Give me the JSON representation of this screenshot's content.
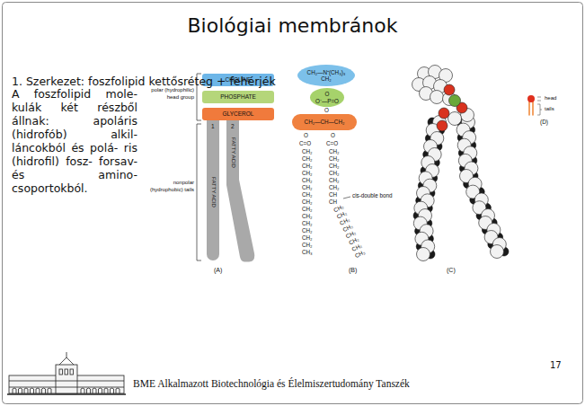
{
  "diagram": {
    "title": "Biológiai membránok",
    "nodes": [
      {
        "text": [
          "CHOLINE"
        ]
      },
      {
        "text": [
          "PHOSPHATE"
        ]
      },
      {
        "text": [
          "GLYCEROL"
        ]
      },
      {
        "text": [
          "FATTY ACID"
        ]
      },
      {
        "text": [
          "FATTY ACID"
        ]
      },
      {
        "text": [
          "CH₂—N⁺(CH₃)₃",
          "CH₂"
        ]
      },
      {
        "text": [
          "O",
          "O⁻—P=O"
        ]
      },
      {
        "text": [
          "CH₂—CH—CH₂"
        ]
      }
    ],
    "labels": [
      "1. Szerkezet: foszfolipid kettősréteg + fehérjék",
      "A foszfolipid mole- kulák két részből állnak: apoláris (hidrofób) alkil- láncokból és polá- ris (hidrofil) fosz- forsav- és amino- csoportokból.",
      "polar (hydrophilic) head group",
      "nonpolar (hydrophobic) tails",
      "1",
      "2",
      "(A)",
      "O",
      "O",
      "O",
      "C=O",
      "C=O",
      "CH₂ CH₂ CH₂ CH₂ CH₂ CH₂ CH₂ CH₂ CH₂ CH₂ CH₂ CH₂ CH₂ CH₂ CH₃",
      "CH₂ CH₂ CH₂ CH₂ CH₂ CH₂ CH CH",
      "CH₂ CH₂ CH₂ CH₂ CH₂ CH₂ CH₂ CH₃",
      "cis-double bond",
      "(B)",
      "(C)",
      "head",
      "tails",
      "(D)",
      "17",
      "BME Alkalmazott Biotechnológia és Élelmiszertudomány Tanszék"
    ]
  }
}
